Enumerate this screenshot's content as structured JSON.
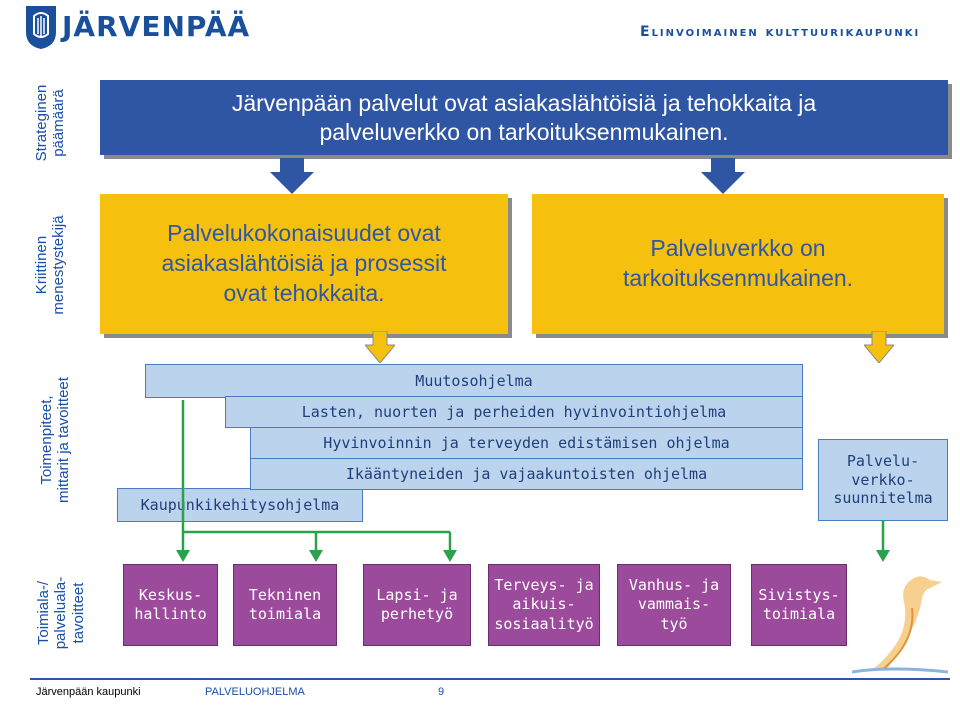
{
  "header": {
    "logo_text": "JÄRVENPÄÄ",
    "tagline": "Elinvoimainen kulttuurikaupunki"
  },
  "side_labels": {
    "strategic": "Strateginen\npäämäärä",
    "critical": "Kriittinen\nmenestystekijä",
    "actions": "Toimenpiteet,\nmittarit ja tavoitteet",
    "sector": "Toimiala-/\npalveluala-\ntavoitteet"
  },
  "strategic_goal": "Järvenpään palvelut ovat asiakaslähtöisiä ja tehokkaita ja palveluverkko on tarkoituksenmukainen.",
  "success_factors": [
    "Palvelukokonaisuudet ovat\nasiakaslähtöisiä ja prosessit\novat tehokkaita.",
    "Palveluverkko on\ntarkoituksenmukainen."
  ],
  "programs": {
    "muutos": "Muutosohjelma",
    "lasten": "Lasten, nuorten ja perheiden hyvinvointiohjelma",
    "hyvinvointi": "Hyvinvoinnin ja terveyden edistämisen ohjelma",
    "ikaantyneet": "Ikääntyneiden ja vajaakuntoisten ohjelma",
    "kaupunki": "Kaupunkikehitysohjelma",
    "palveluverkko": "Palvelu-\nverkko-\nsuunnitelma"
  },
  "sectors": [
    "Keskus-\nhallinto",
    "Tekninen\ntoimiala",
    "Lapsi- ja\nperhetyö",
    "Terveys- ja\naikuis-\nsosiaalityö",
    "Vanhus- ja\nvammais-\ntyö",
    "Sivistys-\ntoimiala"
  ],
  "footer": {
    "org": "Järvenpään kaupunki",
    "doc": "PALVELUOHJELMA",
    "page": "9"
  },
  "colors": {
    "blue": "#2f56a5",
    "yellow": "#f5c10e",
    "purple": "#9c4a9c",
    "light_blue": "#bcd3ee",
    "green_arrow": "#2aa24a"
  }
}
